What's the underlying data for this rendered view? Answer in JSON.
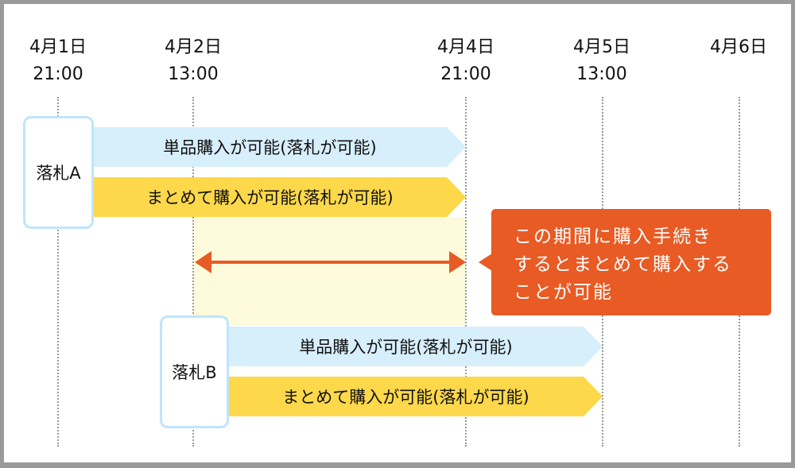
{
  "timeline": {
    "ticks": [
      {
        "date": "4月1日",
        "time": "21:00"
      },
      {
        "date": "4月2日",
        "time": "13:00"
      },
      {
        "date": "4月4日",
        "time": "21:00"
      },
      {
        "date": "4月5日",
        "time": "13:00"
      },
      {
        "date": "4月6日",
        "time": ""
      }
    ]
  },
  "bids": [
    {
      "label": "落札A",
      "single_bar": "単品購入が可能(落札が可能)",
      "bulk_bar": "まとめて購入が可能(落札が可能)",
      "start_tick": "4月1日 21:00",
      "end_tick": "4月4日 21:00"
    },
    {
      "label": "落札B",
      "single_bar": "単品購入が可能(落札が可能)",
      "bulk_bar": "まとめて購入が可能(落札が可能)",
      "start_tick": "4月2日 13:00",
      "end_tick": "4月5日 13:00"
    }
  ],
  "overlap": {
    "start_tick": "4月2日 13:00",
    "end_tick": "4月4日 21:00",
    "callout_lines": [
      "この期間に購入手続き",
      "するとまとめて購入する",
      "ことが可能"
    ]
  },
  "colors": {
    "single_bar": "#d7eefb",
    "bulk_bar": "#fdd84a",
    "accent": "#e85b24",
    "highlight": "#fefbdc",
    "box_border": "#bfe5fb"
  }
}
